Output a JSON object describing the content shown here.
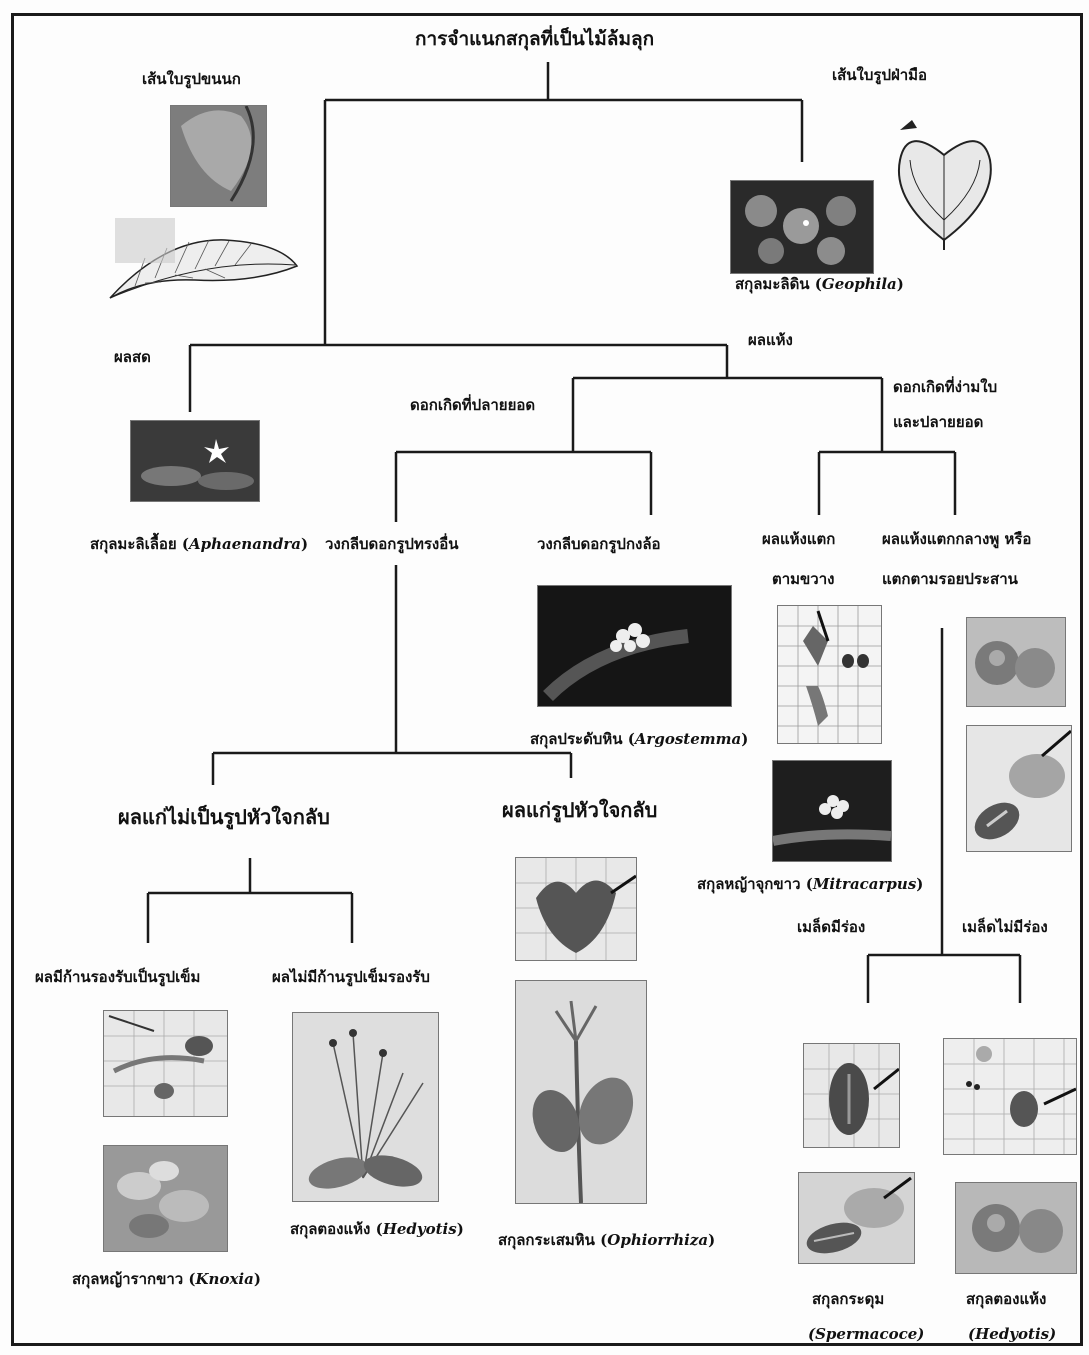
{
  "title": "การจำแนกสกุลที่เป็นไม้ล้มลุก",
  "labels": {
    "pinnate": "เส้นใบรูปขนนก",
    "palmate": "เส้นใบรูปฝ่ามือ",
    "geophila": "สกุลมะลิดิน (",
    "geophila_sci": "Geophila",
    "fresh_fruit": "ผลสด",
    "dry_fruit": "ผลแห้ง",
    "terminal_flower": "ดอกเกิดที่ปลายยอด",
    "axil_flower_1": "ดอกเกิดที่ง่ามใบ",
    "axil_flower_2": "และปลายยอด",
    "aphaenandra": "สกุลมะลิเลื้อย (",
    "aphaenandra_sci": "Aphaenandra",
    "other_corolla": "วงกลีบดอกรูปทรงอื่น",
    "wheel_corolla": "วงกลีบดอกรูปกงล้อ",
    "transverse_1": "ผลแห้งแตก",
    "transverse_2": "ตามขวาง",
    "middle_1": "ผลแห้งแตกกลางพู หรือ",
    "middle_2": "แตกตามรอยประสาน",
    "argostemma": "สกุลประดับหิน (",
    "argostemma_sci": "Argostemma",
    "not_heart": "ผลแก่ไม่เป็นรูปหัวใจกลับ",
    "heart": "ผลแก่รูปหัวใจกลับ",
    "mitracarpus": "สกุลหญ้าจุกขาว (",
    "mitracarpus_sci": "Mitracarpus",
    "grooved": "เมล็ดมีร่อง",
    "not_grooved": "เมล็ดไม่มีร่อง",
    "needle_stalk": "ผลมีก้านรองรับเป็นรูปเข็ม",
    "no_needle_stalk": "ผลไม่มีก้านรูปเข็มรองรับ",
    "hedyotis": "สกุลตองแห้ง (",
    "hedyotis_sci": "Hedyotis",
    "ophiorrhiza": "สกุลกระเสมหิน (",
    "ophiorrhiza_sci": "Ophiorrhiza",
    "knoxia": "สกุลหญ้ารากขาว (",
    "knoxia_sci": "Knoxia",
    "spermacoce": "สกุลกระดุม",
    "spermacoce_sci": "(Spermacoce)",
    "hedyotis2": "สกุลตองแห้ง",
    "hedyotis2_sci": "(Hedyotis)",
    "close_paren": ")"
  }
}
